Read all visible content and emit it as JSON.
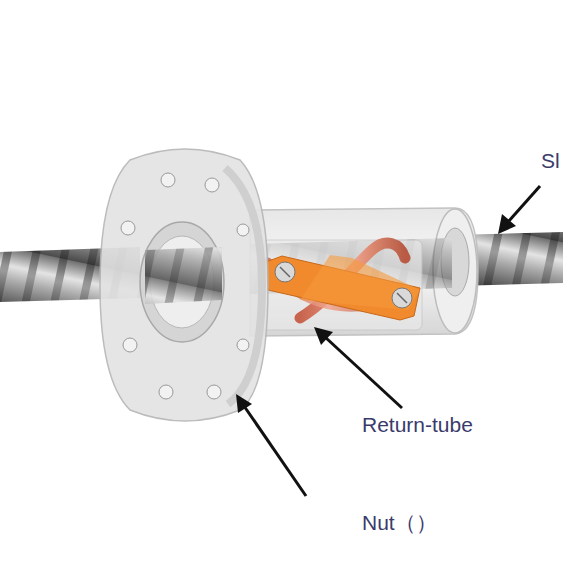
{
  "diagram": {
    "labels": [
      "Sl",
      "Return-tube",
      "Nut（）"
    ]
  }
}
